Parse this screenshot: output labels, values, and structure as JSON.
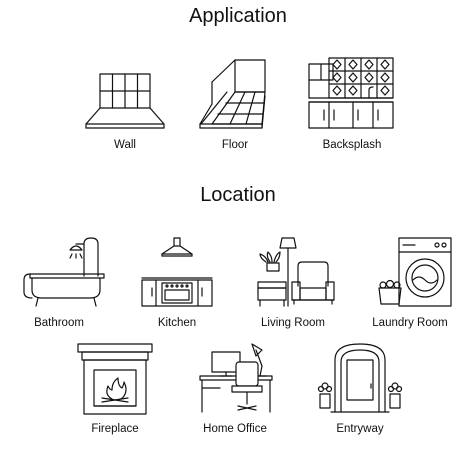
{
  "sections": {
    "application": {
      "title": "Application",
      "items": [
        {
          "label": "Wall",
          "icon": "wall-tile-icon"
        },
        {
          "label": "Floor",
          "icon": "floor-tile-icon"
        },
        {
          "label": "Backsplash",
          "icon": "backsplash-icon"
        }
      ]
    },
    "location": {
      "title": "Location",
      "items": [
        {
          "label": "Bathroom",
          "icon": "bathtub-icon"
        },
        {
          "label": "Kitchen",
          "icon": "kitchen-icon"
        },
        {
          "label": "Living Room",
          "icon": "armchair-icon"
        },
        {
          "label": "Laundry Room",
          "icon": "washing-machine-icon"
        },
        {
          "label": "Fireplace",
          "icon": "fireplace-icon"
        },
        {
          "label": "Home Office",
          "icon": "office-desk-icon"
        },
        {
          "label": "Entryway",
          "icon": "entry-door-icon"
        }
      ]
    }
  },
  "colors": {
    "background": "#ffffff",
    "line": "#111111"
  }
}
